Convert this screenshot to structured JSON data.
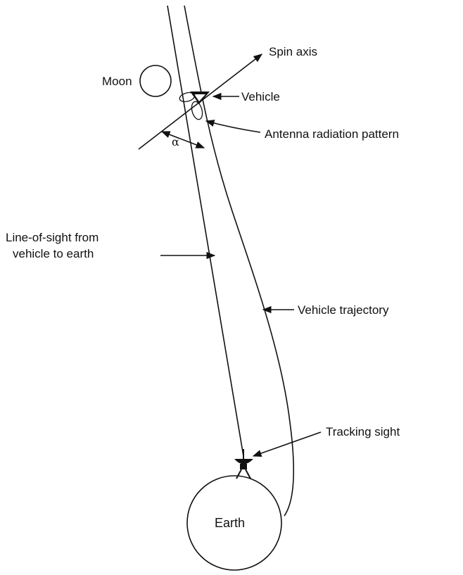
{
  "labels": {
    "spin_axis": "Spin axis",
    "moon": "Moon",
    "vehicle": "Vehicle",
    "antenna": "Antenna radiation pattern",
    "alpha": "α",
    "los_line1": "Line-of-sight from",
    "los_line2": "vehicle to earth",
    "trajectory": "Vehicle trajectory",
    "tracking": "Tracking sight",
    "earth": "Earth"
  }
}
